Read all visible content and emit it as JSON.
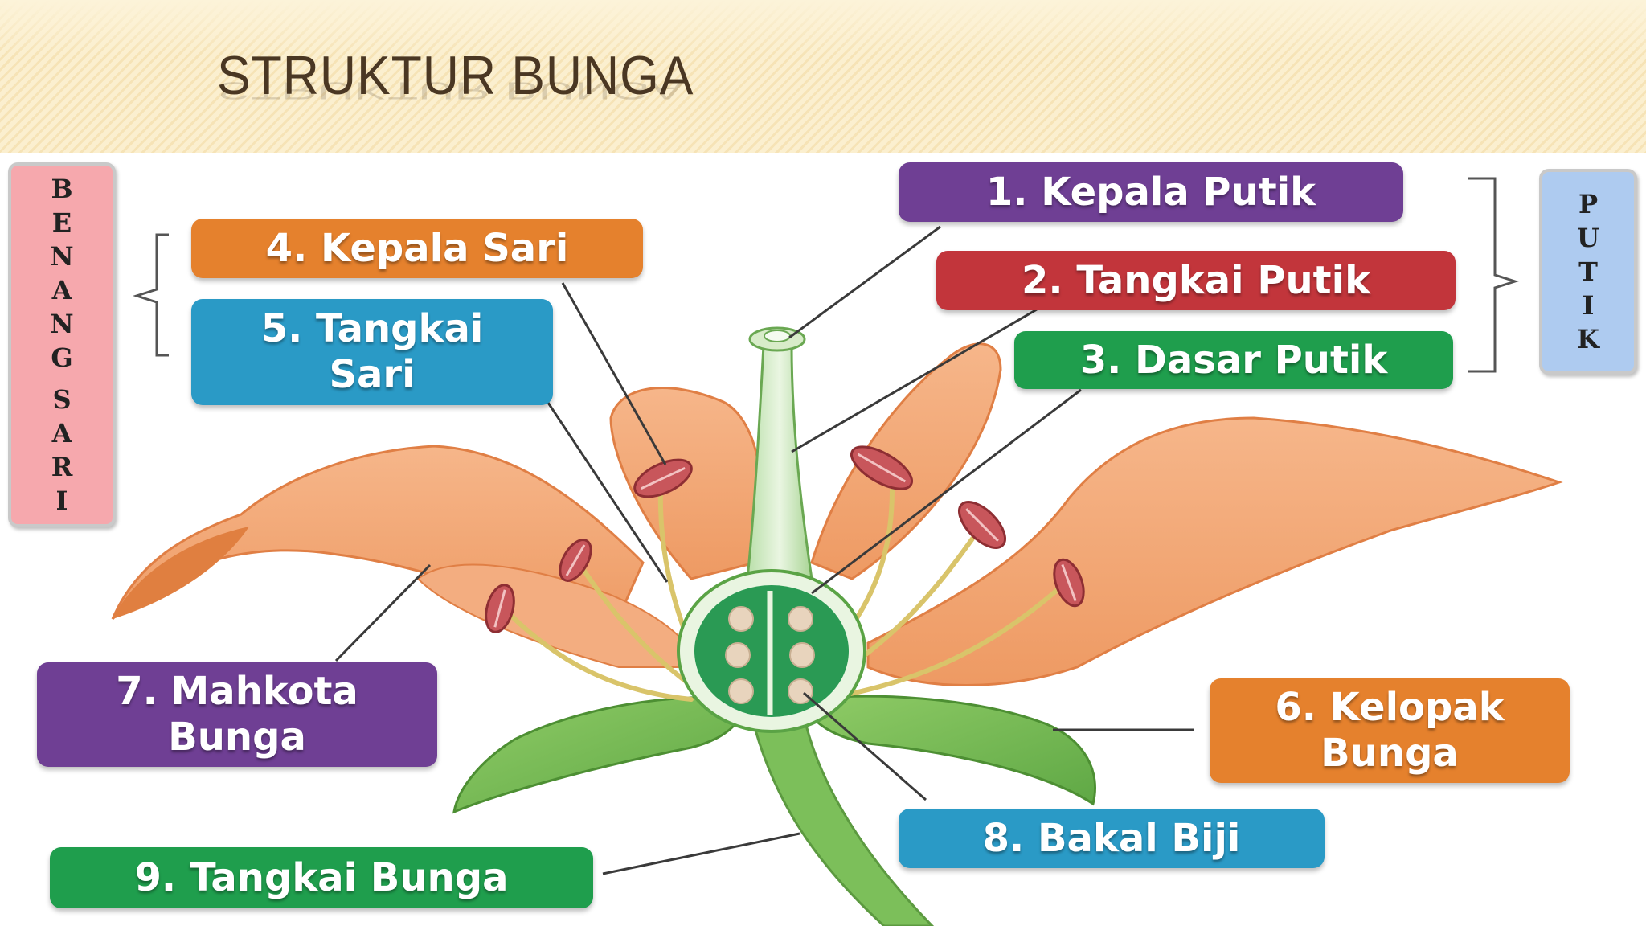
{
  "title": "STRUKTUR BUNGA",
  "colors": {
    "purple": "#6f3f94",
    "red": "#c2353b",
    "green": "#1f9e4d",
    "orange": "#e5812d",
    "blue": "#2a9ac6",
    "petal": "#f0a676",
    "leaf": "#7cbf5a",
    "benang_sari_box": "#f4a3a8",
    "putik_box": "#a9c8ef"
  },
  "labels": {
    "kepala_putik": "1. Kepala Putik",
    "tangkai_putik": "2. Tangkai Putik",
    "dasar_putik": "3. Dasar Putik",
    "kepala_sari": "4. Kepala Sari",
    "tangkai_sari": "5. Tangkai\nSari",
    "kelopak_bunga": "6. Kelopak\nBunga",
    "mahkota_bunga": "7. Mahkota\nBunga",
    "bakal_biji": "8. Bakal Biji",
    "tangkai_bunga": "9. Tangkai Bunga"
  },
  "groups": {
    "benang_sari": [
      "B",
      "E",
      "N",
      "A",
      "N",
      "G",
      "",
      "S",
      "A",
      "R",
      "I"
    ],
    "putik": [
      "P",
      "U",
      "T",
      "I",
      "K"
    ]
  }
}
